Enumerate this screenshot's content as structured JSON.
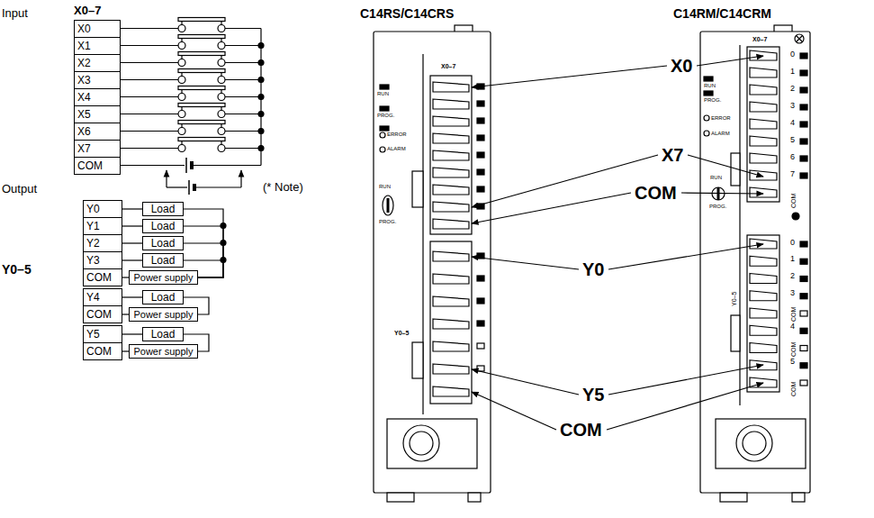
{
  "diagram": {
    "nodes": [
      {
        "text": [
          "X0–7"
        ]
      },
      {
        "text": [
          "X0"
        ],
        "in": 0
      },
      {
        "text": [
          "X1"
        ],
        "in": 0
      },
      {
        "text": [
          "X2"
        ],
        "in": 0
      },
      {
        "text": [
          "X3"
        ],
        "in": 0
      },
      {
        "text": [
          "X4"
        ],
        "in": 0
      },
      {
        "text": [
          "X5"
        ],
        "in": 0
      },
      {
        "text": [
          "X6"
        ],
        "in": 0
      },
      {
        "text": [
          "X7"
        ],
        "in": 0
      },
      {
        "text": [
          "COM"
        ],
        "in": 0
      },
      {
        "text": [
          "Y0"
        ]
      },
      {
        "text": [
          "Load"
        ]
      },
      {
        "text": [
          "Y1"
        ]
      },
      {
        "text": [
          "Load"
        ]
      },
      {
        "text": [
          "Y2"
        ]
      },
      {
        "text": [
          "Load"
        ]
      },
      {
        "text": [
          "Y3"
        ]
      },
      {
        "text": [
          "Load"
        ]
      },
      {
        "text": [
          "COM"
        ]
      },
      {
        "text": [
          "Power supply"
        ]
      },
      {
        "text": [
          "Y4"
        ]
      },
      {
        "text": [
          "Load"
        ]
      },
      {
        "text": [
          "COM"
        ]
      },
      {
        "text": [
          "Power supply"
        ]
      },
      {
        "text": [
          "Y5"
        ]
      },
      {
        "text": [
          "Load"
        ]
      },
      {
        "text": [
          "COM"
        ]
      },
      {
        "text": [
          "Power supply"
        ]
      }
    ],
    "edges": [
      {
        "from": 10,
        "to": 11,
        "arrow": "none"
      },
      {
        "from": 12,
        "to": 13,
        "arrow": "none"
      },
      {
        "from": 14,
        "to": 15,
        "arrow": "none"
      },
      {
        "from": 16,
        "to": 17,
        "arrow": "none"
      },
      {
        "from": 11,
        "to": 19,
        "arrow": "none"
      },
      {
        "from": 13,
        "to": 19,
        "arrow": "none"
      },
      {
        "from": 15,
        "to": 19,
        "arrow": "none"
      },
      {
        "from": 17,
        "to": 19,
        "arrow": "none"
      },
      {
        "from": 19,
        "to": 18,
        "arrow": "none"
      },
      {
        "from": 20,
        "to": 21,
        "arrow": "none"
      },
      {
        "from": 21,
        "to": 23,
        "arrow": "none"
      },
      {
        "from": 23,
        "to": 22,
        "arrow": "none"
      },
      {
        "from": 24,
        "to": 25,
        "arrow": "none"
      },
      {
        "from": 25,
        "to": 27,
        "arrow": "none"
      },
      {
        "from": 27,
        "to": 26,
        "arrow": "none"
      }
    ],
    "labels": [
      "Input",
      "Output",
      "Y0–5",
      "(* Note)",
      "C14RS/C14CRS",
      "C14RM/C14CRM",
      "X0",
      "X7",
      "COM",
      "Y0",
      "Y5",
      "COM",
      "X0–7",
      "RUN",
      "PROG.",
      "ERROR",
      "ALARM",
      "RUN",
      "PROG.",
      "Y0–5",
      "X0–7",
      "RUN",
      "PROG.",
      "ERROR",
      "ALARM",
      "RUN",
      "PROG.",
      "0",
      "1",
      "2",
      "3",
      "4",
      "5",
      "6",
      "7",
      "COM",
      "0",
      "1",
      "2",
      "3",
      "COM",
      "4",
      "COM",
      "5",
      "COM",
      "Y0–5"
    ]
  }
}
